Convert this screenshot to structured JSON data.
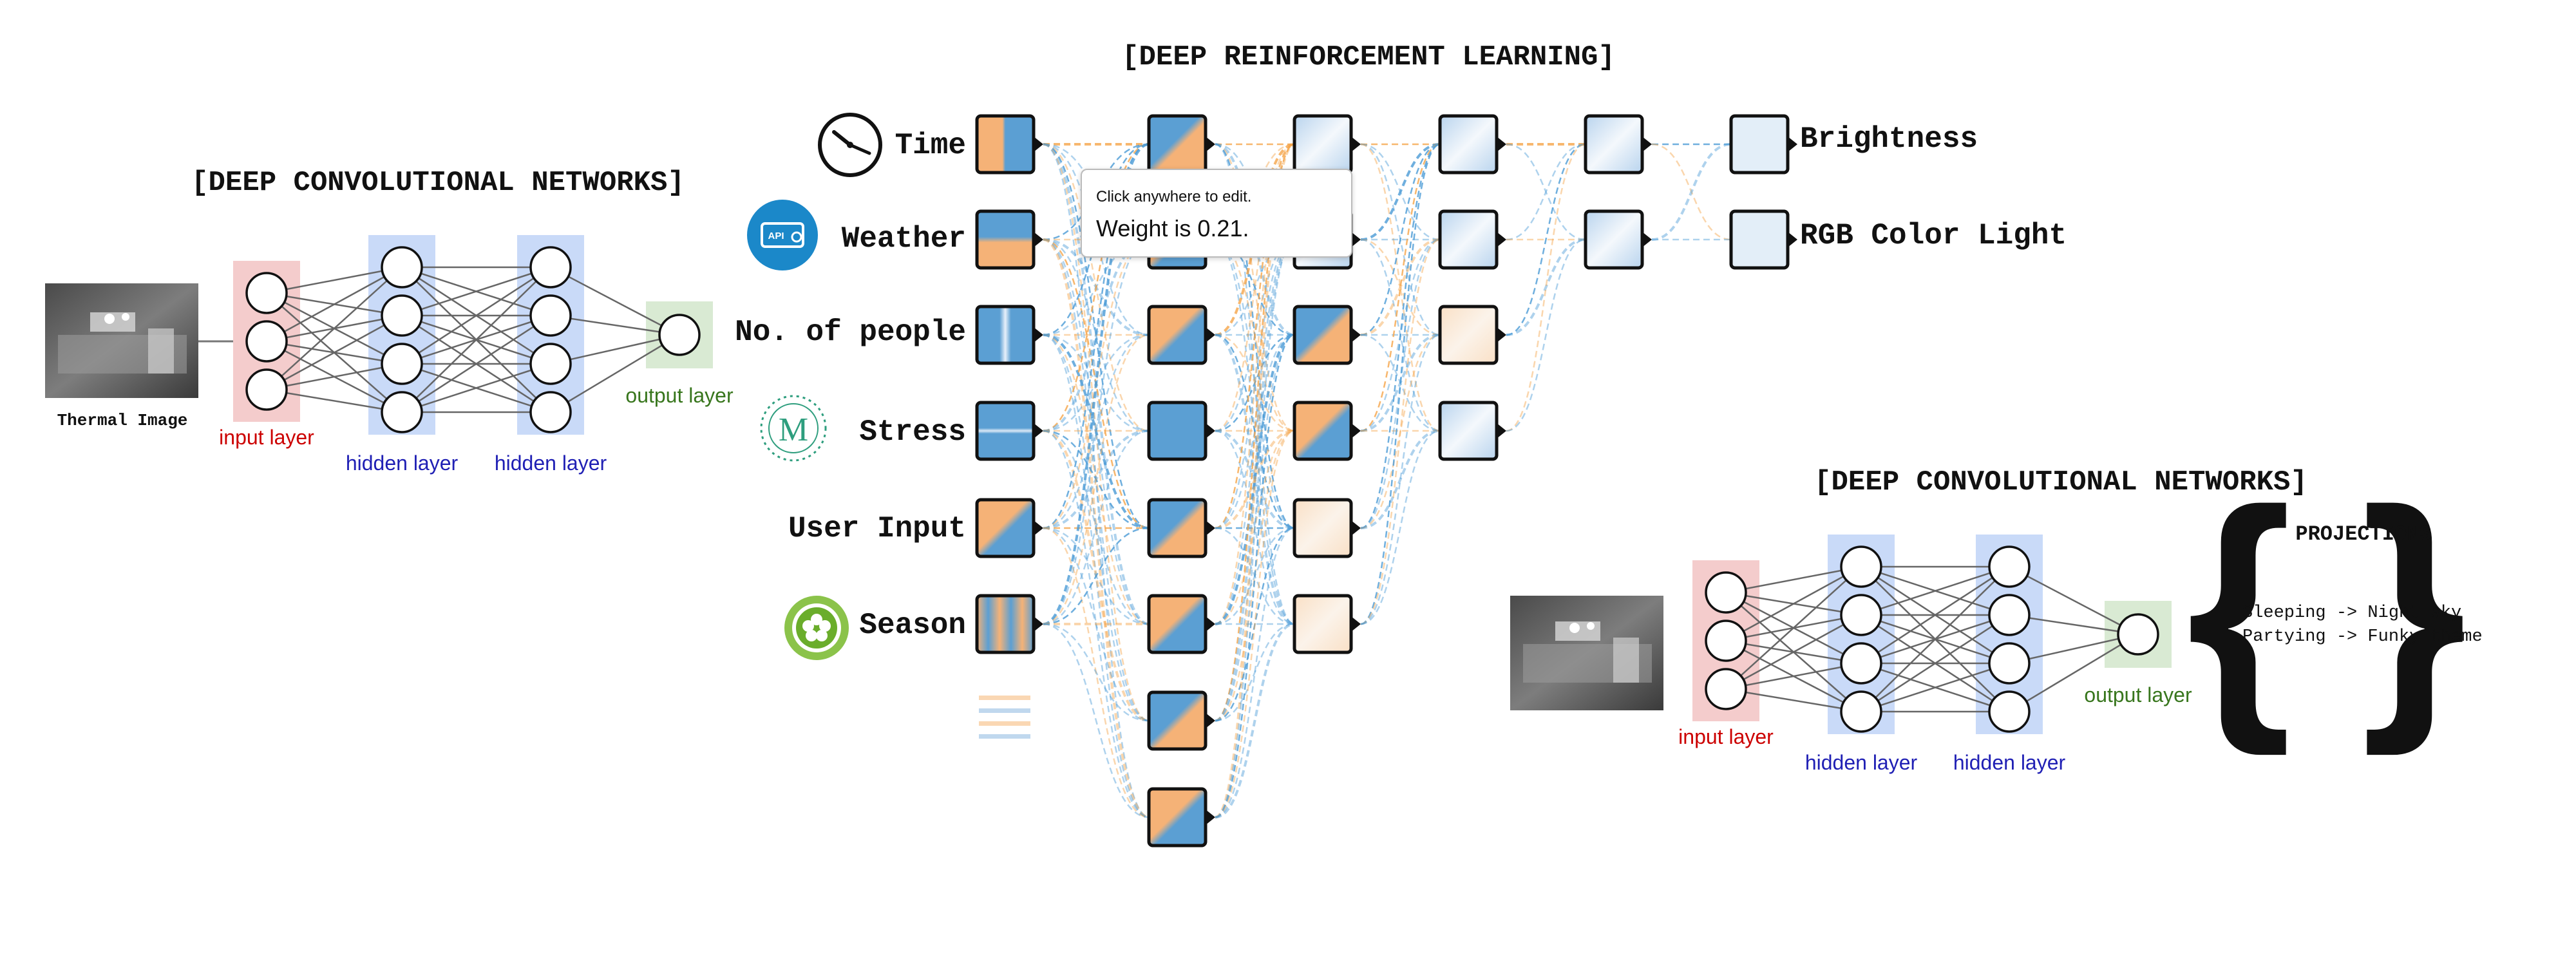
{
  "left_network": {
    "title": "[DEEP CONVOLUTIONAL NETWORKS]",
    "image_label": "Thermal Image",
    "input_layer_label": "input layer",
    "hidden_layer_1_label": "hidden layer",
    "hidden_layer_2_label": "hidden layer",
    "output_layer_label": "output layer",
    "layer_sizes": [
      3,
      4,
      4,
      1
    ]
  },
  "rl_network": {
    "title": "[DEEP REINFORCEMENT LEARNING]",
    "inputs": [
      {
        "label": "Time",
        "icon": "clock-icon"
      },
      {
        "label": "Weather",
        "icon": "weather-api-icon"
      },
      {
        "label": "No. of people",
        "icon": ""
      },
      {
        "label": "Stress",
        "icon": "stress-logo-icon"
      },
      {
        "label": "User Input",
        "icon": ""
      },
      {
        "label": "Season",
        "icon": "season-flower-icon"
      }
    ],
    "outputs": [
      {
        "label": "Brightness"
      },
      {
        "label": "RGB Color Light"
      }
    ],
    "layer_sizes": [
      6,
      8,
      6,
      4,
      2,
      2
    ],
    "tooltip": {
      "hint": "Click anywhere to edit.",
      "weight_text": "Weight is 0.21."
    }
  },
  "right_network": {
    "title": "[DEEP CONVOLUTIONAL NETWORKS]",
    "input_layer_label": "input layer",
    "hidden_layer_1_label": "hidden layer",
    "hidden_layer_2_label": "hidden layer",
    "output_layer_label": "output layer",
    "layer_sizes": [
      3,
      4,
      4,
      1
    ]
  },
  "projections": {
    "title": "PROJECTIONS",
    "lines": [
      "Sleeping -> Night sky",
      "Partying -> Funky theme"
    ]
  },
  "colors": {
    "input_layer_bg": "#f4cccc",
    "hidden_layer_bg": "#c9daf8",
    "output_layer_bg": "#d9ead3",
    "input_label": "#cc0000",
    "hidden_label": "#1f1fb4",
    "output_label": "#38761d",
    "orange": "#f5a54a",
    "blue": "#4b9bd6"
  }
}
